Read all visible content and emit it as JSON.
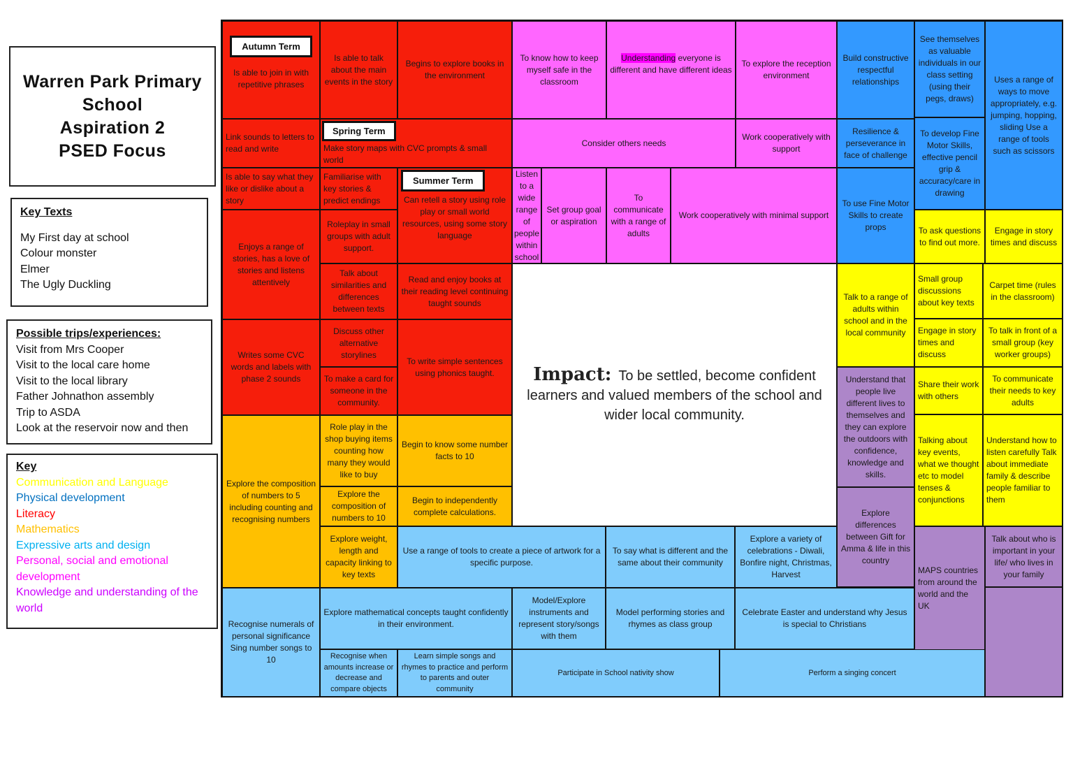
{
  "title": {
    "line1": "Warren Park Primary",
    "line2": "School",
    "line3": "Aspiration 2",
    "line4": "PSED Focus"
  },
  "key_texts": {
    "heading": "Key Texts",
    "items": [
      "My First day at school",
      "Colour monster",
      "Elmer",
      "The Ugly Duckling"
    ]
  },
  "trips": {
    "heading": "Possible trips/experiences:",
    "items": [
      "Visit from Mrs Cooper",
      "Visit to the local care home",
      "Visit to the local library",
      "Father Johnathon assembly",
      "Trip to ASDA",
      "Look at the reservoir now and then"
    ]
  },
  "key": {
    "heading": "Key",
    "items": [
      {
        "label": "Communication and Language",
        "color": "#ffff00"
      },
      {
        "label": "Physical development",
        "color": "#0070c0"
      },
      {
        "label": "Literacy",
        "color": "#ff0000"
      },
      {
        "label": "Mathematics",
        "color": "#ffc000"
      },
      {
        "label": "Expressive arts and design",
        "color": "#00b0f0"
      },
      {
        "label": "Personal, social and emotional development",
        "color": "#ff00ff"
      },
      {
        "label": "Knowledge and understanding of the world",
        "color": "#cc00ff"
      }
    ]
  },
  "terms": {
    "autumn": "Autumn Term",
    "spring": "Spring Term",
    "summer": "Summer Term"
  },
  "impact": {
    "label": "Impact:",
    "text": "To be settled, become confident learners and valued members of the school and wider local community."
  },
  "cells": {
    "c1": "Is able to join in with repetitive phrases",
    "c2": "Is able to talk about the main events in the story",
    "c3": "Begins to explore books in the environment",
    "c4": "To know how to keep myself safe in the classroom",
    "c5a": "Understanding",
    "c5b": " everyone is different and have different ideas",
    "c6": "To explore the reception environment",
    "c7": "Build constructive respectful relationships",
    "c8": "See themselves as valuable individuals in our class setting (using their pegs, draws)",
    "c9": "Uses a range of ways to move appropriately, e.g. jumping, hopping, sliding Use a range of tools such as scissors",
    "c10": "Link sounds to letters to read and write",
    "c11": "Make story maps with CVC prompts & small world",
    "c12": "Consider others needs",
    "c13": "Work cooperatively with support",
    "c14": "Resilience & perseverance in face of challenge",
    "c15": "To develop Fine Motor Skills, effective pencil grip & accuracy/care in drawing",
    "c16": "Is able to say what they like or dislike about a story",
    "c17": "Familiarise with key stories & predict endings",
    "c18": "Can retell a story using role play or small world resources, using some story language",
    "c19": "Listen to a wide range of people within school",
    "c20": "Set group goal or aspiration",
    "c21": "To communicate with a range of adults",
    "c22": "Work cooperatively with minimal support",
    "c23": "To use Fine Motor Skills to create props",
    "c24": "To ask questions to find out more.",
    "c25": "Engage in story times and discuss",
    "c26": "Enjoys a range of stories, has a love of stories and listens attentively",
    "c27": "Roleplay in small groups with adult support.",
    "c28": "Talk about similarities and differences between texts",
    "c29": "Read and enjoy books at their reading level continuing taught sounds",
    "c30": "Writes some CVC words and labels with phase 2 sounds",
    "c31": "Discuss other alternative storylines",
    "c32": "To make a card for someone in the community.",
    "c33": "To write simple sentences using phonics taught.",
    "c34": "Explore the composition of numbers to 5 including counting and recognising numbers",
    "c35": "Role play in the shop buying items counting how many they would like to buy",
    "c36": "Begin to know some number facts to 10",
    "c37": "Explore the composition of numbers to 10",
    "c38": "Begin to independently complete calculations.",
    "c39": "Explore weight, length and capacity linking to key texts",
    "c40": "Use a range of tools to create a piece of artwork for a specific purpose.",
    "c41": "To say what is different and the same about their community",
    "c42": "Explore a variety of celebrations - Diwali, Bonfire night, Christmas, Harvest",
    "c43": "Understand that people live different lives to themselves and they can explore the outdoors with confidence, knowledge and skills.",
    "c44": "Explore differences between Gift for Amma & life in this country",
    "c45": "Talk to a range of adults within school and in the local community",
    "c46": "Small group discussions about key texts",
    "c47": "Carpet time (rules in the classroom)",
    "c48": "Engage in story times and discuss",
    "c49": "To talk in front of a small group (key worker groups)",
    "c50": "Share their work with others",
    "c51": "To communicate their needs to key adults",
    "c52": "Talking about key events, what we thought etc to model tenses & conjunctions",
    "c53": "Understand how to listen carefully Talk about immediate family & describe people familiar to them",
    "c54": "MAPS countries from around the world and the UK",
    "c55": "Talk about who is important in your life/ who lives in your family",
    "c56": "Recognise numerals of personal significance Sing number songs to 10",
    "c57": "Explore mathematical concepts taught confidently in their environment.",
    "c58": "Model/Explore instruments and represent story/songs with them",
    "c59": "Model performing stories and rhymes as class group",
    "c60": "Celebrate Easter and understand why Jesus is special to Christians",
    "c61": "Recognise when amounts increase or decrease and compare objects",
    "c62": "Learn simple songs and rhymes to practice and perform to parents and outer community",
    "c63": "Participate in School nativity show",
    "c64": "Perform a singing concert"
  }
}
